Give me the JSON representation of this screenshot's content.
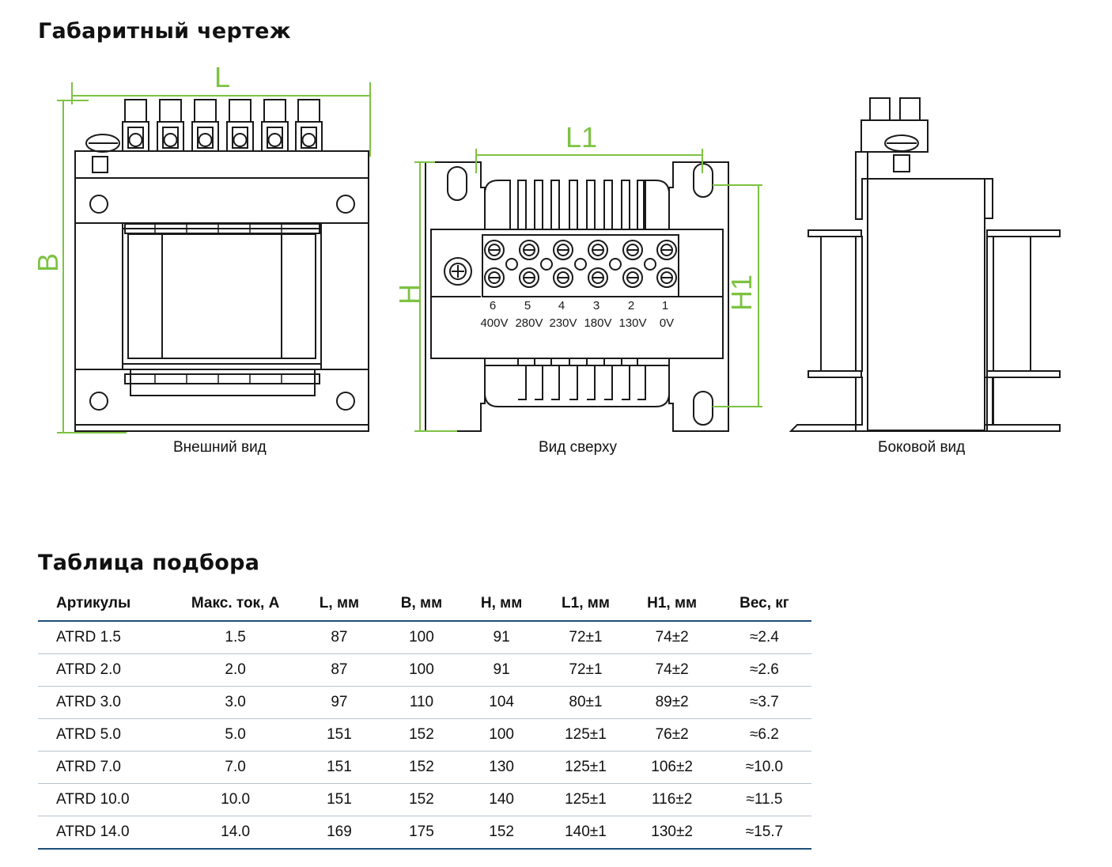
{
  "headings": {
    "drawing": "Габаритный чертеж",
    "table": "Таблица подбора"
  },
  "drawing": {
    "dimension_color": "#7dc242",
    "line_color": "#1a1a1a",
    "views": [
      {
        "id": "front",
        "caption": "Внешний вид",
        "dims": {
          "width": "L",
          "height": "B"
        }
      },
      {
        "id": "top",
        "caption": "Вид сверху",
        "dims": {
          "width": "L1",
          "height": "H",
          "mount_height": "H1"
        }
      },
      {
        "id": "side",
        "caption": "Боковой вид"
      }
    ],
    "terminals": [
      {
        "number": "6",
        "voltage": "400V"
      },
      {
        "number": "5",
        "voltage": "280V"
      },
      {
        "number": "4",
        "voltage": "230V"
      },
      {
        "number": "3",
        "voltage": "180V"
      },
      {
        "number": "2",
        "voltage": "130V"
      },
      {
        "number": "1",
        "voltage": "0V"
      }
    ]
  },
  "table": {
    "header_line_color": "#1d4f78",
    "row_line_color": "#b8c4cf",
    "columns": [
      "Артикулы",
      "Макс. ток, А",
      "L, мм",
      "B, мм",
      "H, мм",
      "L1, мм",
      "H1, мм",
      "Вес, кг"
    ],
    "rows": [
      [
        "ATRD 1.5",
        "1.5",
        "87",
        "100",
        "91",
        "72±1",
        "74±2",
        "≈2.4"
      ],
      [
        "ATRD 2.0",
        "2.0",
        "87",
        "100",
        "91",
        "72±1",
        "74±2",
        "≈2.6"
      ],
      [
        "ATRD 3.0",
        "3.0",
        "97",
        "110",
        "104",
        "80±1",
        "89±2",
        "≈3.7"
      ],
      [
        "ATRD 5.0",
        "5.0",
        "151",
        "152",
        "100",
        "125±1",
        "76±2",
        "≈6.2"
      ],
      [
        "ATRD 7.0",
        "7.0",
        "151",
        "152",
        "130",
        "125±1",
        "106±2",
        "≈10.0"
      ],
      [
        "ATRD 10.0",
        "10.0",
        "151",
        "152",
        "140",
        "125±1",
        "116±2",
        "≈11.5"
      ],
      [
        "ATRD 14.0",
        "14.0",
        "169",
        "175",
        "152",
        "140±1",
        "130±2",
        "≈15.7"
      ]
    ]
  }
}
